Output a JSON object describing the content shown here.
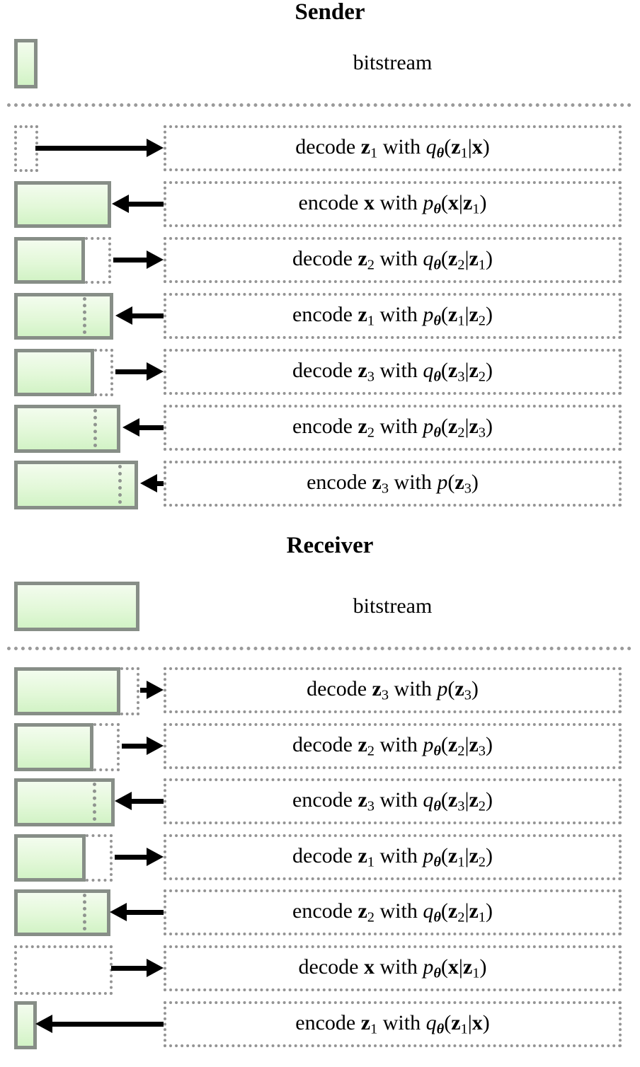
{
  "colors": {
    "bar_border": "#878e87",
    "bar_fill_top": "#f3fcee",
    "bar_fill_bottom": "#d2f3c6",
    "dotted_gray": "#949494",
    "arrow": "#000000",
    "text": "#000000",
    "background": "#ffffff"
  },
  "sender": {
    "title": "Sender",
    "bitstream_label": "bitstream",
    "bitstream_bar": {
      "kind": "solid",
      "w": 33,
      "h": 70
    },
    "steps": [
      {
        "name": "decode-z1",
        "label": "decode z1 with qθ(z1|x)",
        "segments": [
          [
            "decode ",
            "rm"
          ],
          [
            "z",
            "bf"
          ],
          [
            "1",
            "sub"
          ],
          [
            " with ",
            "rm"
          ],
          [
            "q",
            "it"
          ],
          [
            "θ",
            "thsub"
          ],
          [
            "(",
            "rm"
          ],
          [
            "z",
            "bf"
          ],
          [
            "1",
            "sub"
          ],
          [
            "|",
            "rm"
          ],
          [
            "x",
            "bf"
          ],
          [
            ")",
            "rm"
          ]
        ],
        "arrow": {
          "dir": "right",
          "from": 50,
          "to": 231
        },
        "bar": {
          "kind": "dotted",
          "w": 34,
          "ext": 0,
          "mark": null,
          "h": 66
        }
      },
      {
        "name": "encode-x",
        "label": "encode x with pθ(x|z1)",
        "segments": [
          [
            "encode ",
            "rm"
          ],
          [
            "x",
            "bf"
          ],
          [
            " with ",
            "rm"
          ],
          [
            "p",
            "it"
          ],
          [
            "θ",
            "thsub"
          ],
          [
            "(",
            "rm"
          ],
          [
            "x",
            "bf"
          ],
          [
            "|",
            "rm"
          ],
          [
            "z",
            "bf"
          ],
          [
            "1",
            "sub"
          ],
          [
            ")",
            "rm"
          ]
        ],
        "arrow": {
          "dir": "left",
          "from": 231,
          "to": 158
        },
        "bar": {
          "kind": "solid",
          "w": 137,
          "ext": 0,
          "mark": null,
          "h": 66
        }
      },
      {
        "name": "decode-z2",
        "label": "decode z2 with qθ(z2|z1)",
        "segments": [
          [
            "decode ",
            "rm"
          ],
          [
            "z",
            "bf"
          ],
          [
            "2",
            "sub"
          ],
          [
            " with ",
            "rm"
          ],
          [
            "q",
            "it"
          ],
          [
            "θ",
            "thsub"
          ],
          [
            "(",
            "rm"
          ],
          [
            "z",
            "bf"
          ],
          [
            "2",
            "sub"
          ],
          [
            "|",
            "rm"
          ],
          [
            "z",
            "bf"
          ],
          [
            "1",
            "sub"
          ],
          [
            ")",
            "rm"
          ]
        ],
        "arrow": {
          "dir": "right",
          "from": 160,
          "to": 231
        },
        "bar": {
          "kind": "solid-ext",
          "w": 100,
          "ext": 37,
          "mark": null,
          "h": 66
        }
      },
      {
        "name": "encode-z1",
        "label": "encode z1 with pθ(z1|z2)",
        "segments": [
          [
            "encode ",
            "rm"
          ],
          [
            "z",
            "bf"
          ],
          [
            "1",
            "sub"
          ],
          [
            " with ",
            "rm"
          ],
          [
            "p",
            "it"
          ],
          [
            "θ",
            "thsub"
          ],
          [
            "(",
            "rm"
          ],
          [
            "z",
            "bf"
          ],
          [
            "1",
            "sub"
          ],
          [
            "|",
            "rm"
          ],
          [
            "z",
            "bf"
          ],
          [
            "2",
            "sub"
          ],
          [
            ")",
            "rm"
          ]
        ],
        "arrow": {
          "dir": "left",
          "from": 231,
          "to": 163
        },
        "bar": {
          "kind": "solid-mark",
          "w": 140,
          "ext": 0,
          "mark": 97,
          "h": 66
        }
      },
      {
        "name": "decode-z3",
        "label": "decode z3 with qθ(z3|z2)",
        "segments": [
          [
            "decode ",
            "rm"
          ],
          [
            "z",
            "bf"
          ],
          [
            "3",
            "sub"
          ],
          [
            " with ",
            "rm"
          ],
          [
            "q",
            "it"
          ],
          [
            "θ",
            "thsub"
          ],
          [
            "(",
            "rm"
          ],
          [
            "z",
            "bf"
          ],
          [
            "3",
            "sub"
          ],
          [
            "|",
            "rm"
          ],
          [
            "z",
            "bf"
          ],
          [
            "2",
            "sub"
          ],
          [
            ")",
            "rm"
          ]
        ],
        "arrow": {
          "dir": "right",
          "from": 163,
          "to": 231
        },
        "bar": {
          "kind": "solid-ext",
          "w": 113,
          "ext": 27,
          "mark": null,
          "h": 67
        }
      },
      {
        "name": "encode-z2",
        "label": "encode z2 with pθ(z2|z3)",
        "segments": [
          [
            "encode ",
            "rm"
          ],
          [
            "z",
            "bf"
          ],
          [
            "2",
            "sub"
          ],
          [
            " with ",
            "rm"
          ],
          [
            "p",
            "it"
          ],
          [
            "θ",
            "thsub"
          ],
          [
            "(",
            "rm"
          ],
          [
            "z",
            "bf"
          ],
          [
            "2",
            "sub"
          ],
          [
            "|",
            "rm"
          ],
          [
            "z",
            "bf"
          ],
          [
            "3",
            "sub"
          ],
          [
            ")",
            "rm"
          ]
        ],
        "arrow": {
          "dir": "left",
          "from": 231,
          "to": 173
        },
        "bar": {
          "kind": "solid-mark",
          "w": 150,
          "ext": 0,
          "mark": 112,
          "h": 68
        }
      },
      {
        "name": "encode-z3",
        "label": "encode z3 with p(z3)",
        "segments": [
          [
            "encode ",
            "rm"
          ],
          [
            "z",
            "bf"
          ],
          [
            "3",
            "sub"
          ],
          [
            " with ",
            "rm"
          ],
          [
            "p",
            "it"
          ],
          [
            "(",
            "rm"
          ],
          [
            "z",
            "bf"
          ],
          [
            "3",
            "sub"
          ],
          [
            ")",
            "rm"
          ]
        ],
        "arrow": {
          "dir": "left",
          "from": 231,
          "to": 198
        },
        "bar": {
          "kind": "solid-mark",
          "w": 175,
          "ext": 0,
          "mark": 147,
          "h": 69
        }
      }
    ]
  },
  "receiver": {
    "title": "Receiver",
    "bitstream_label": "bitstream",
    "bitstream_bar": {
      "kind": "solid",
      "w": 177,
      "h": 70
    },
    "steps": [
      {
        "name": "decode-z3",
        "label": "decode z3 with p(z3)",
        "segments": [
          [
            "decode ",
            "rm"
          ],
          [
            "z",
            "bf"
          ],
          [
            "3",
            "sub"
          ],
          [
            " with ",
            "rm"
          ],
          [
            "p",
            "it"
          ],
          [
            "(",
            "rm"
          ],
          [
            "z",
            "bf"
          ],
          [
            "3",
            "sub"
          ],
          [
            ")",
            "rm"
          ]
        ],
        "arrow": {
          "dir": "right",
          "from": 198,
          "to": 231
        },
        "bar": {
          "kind": "solid-ext",
          "w": 150,
          "ext": 27,
          "mark": null,
          "h": 68
        }
      },
      {
        "name": "decode-z2",
        "label": "decode z2 with pθ(z2|z3)",
        "segments": [
          [
            "decode ",
            "rm"
          ],
          [
            "z",
            "bf"
          ],
          [
            "2",
            "sub"
          ],
          [
            " with ",
            "rm"
          ],
          [
            "p",
            "it"
          ],
          [
            "θ",
            "thsub"
          ],
          [
            "(",
            "rm"
          ],
          [
            "z",
            "bf"
          ],
          [
            "2",
            "sub"
          ],
          [
            "|",
            "rm"
          ],
          [
            "z",
            "bf"
          ],
          [
            "3",
            "sub"
          ],
          [
            ")",
            "rm"
          ]
        ],
        "arrow": {
          "dir": "right",
          "from": 172,
          "to": 231
        },
        "bar": {
          "kind": "solid-ext",
          "w": 112,
          "ext": 37,
          "mark": null,
          "h": 68
        }
      },
      {
        "name": "encode-z3",
        "label": "encode z3 with qθ(z3|z2)",
        "segments": [
          [
            "encode ",
            "rm"
          ],
          [
            "z",
            "bf"
          ],
          [
            "3",
            "sub"
          ],
          [
            " with ",
            "rm"
          ],
          [
            "q",
            "it"
          ],
          [
            "θ",
            "thsub"
          ],
          [
            "(",
            "rm"
          ],
          [
            "z",
            "bf"
          ],
          [
            "3",
            "sub"
          ],
          [
            "|",
            "rm"
          ],
          [
            "z",
            "bf"
          ],
          [
            "2",
            "sub"
          ],
          [
            ")",
            "rm"
          ]
        ],
        "arrow": {
          "dir": "left",
          "from": 231,
          "to": 162
        },
        "bar": {
          "kind": "solid-mark",
          "w": 142,
          "ext": 0,
          "mark": 111,
          "h": 68
        }
      },
      {
        "name": "decode-z1",
        "label": "decode z1 with pθ(z1|z2)",
        "segments": [
          [
            "decode ",
            "rm"
          ],
          [
            "z",
            "bf"
          ],
          [
            "1",
            "sub"
          ],
          [
            " with ",
            "rm"
          ],
          [
            "p",
            "it"
          ],
          [
            "θ",
            "thsub"
          ],
          [
            "(",
            "rm"
          ],
          [
            "z",
            "bf"
          ],
          [
            "1",
            "sub"
          ],
          [
            "|",
            "rm"
          ],
          [
            "z",
            "bf"
          ],
          [
            "2",
            "sub"
          ],
          [
            ")",
            "rm"
          ]
        ],
        "arrow": {
          "dir": "right",
          "from": 162,
          "to": 231
        },
        "bar": {
          "kind": "solid-ext",
          "w": 101,
          "ext": 38,
          "mark": null,
          "h": 67
        }
      },
      {
        "name": "encode-z2",
        "label": "encode z2 with qθ(z2|z1)",
        "segments": [
          [
            "encode ",
            "rm"
          ],
          [
            "z",
            "bf"
          ],
          [
            "2",
            "sub"
          ],
          [
            " with ",
            "rm"
          ],
          [
            "q",
            "it"
          ],
          [
            "θ",
            "thsub"
          ],
          [
            "(",
            "rm"
          ],
          [
            "z",
            "bf"
          ],
          [
            "2",
            "sub"
          ],
          [
            "|",
            "rm"
          ],
          [
            "z",
            "bf"
          ],
          [
            "1",
            "sub"
          ],
          [
            ")",
            "rm"
          ]
        ],
        "arrow": {
          "dir": "left",
          "from": 231,
          "to": 155
        },
        "bar": {
          "kind": "solid-mark",
          "w": 136,
          "ext": 0,
          "mark": 97,
          "h": 66
        }
      },
      {
        "name": "decode-x",
        "label": "decode x with pθ(x|z1)",
        "segments": [
          [
            "decode ",
            "rm"
          ],
          [
            "x",
            "bf"
          ],
          [
            " with ",
            "rm"
          ],
          [
            "p",
            "it"
          ],
          [
            "θ",
            "thsub"
          ],
          [
            "(",
            "rm"
          ],
          [
            "x",
            "bf"
          ],
          [
            "|",
            "rm"
          ],
          [
            "z",
            "bf"
          ],
          [
            "1",
            "sub"
          ],
          [
            ")",
            "rm"
          ]
        ],
        "arrow": {
          "dir": "right",
          "from": 157,
          "to": 231
        },
        "bar": {
          "kind": "dotted",
          "w": 139,
          "ext": 0,
          "mark": null,
          "h": 70
        }
      },
      {
        "name": "encode-z1",
        "label": "encode z1 with qθ(z1|x)",
        "segments": [
          [
            "encode ",
            "rm"
          ],
          [
            "z",
            "bf"
          ],
          [
            "1",
            "sub"
          ],
          [
            " with ",
            "rm"
          ],
          [
            "q",
            "it"
          ],
          [
            "θ",
            "thsub"
          ],
          [
            "(",
            "rm"
          ],
          [
            "z",
            "bf"
          ],
          [
            "1",
            "sub"
          ],
          [
            "|",
            "rm"
          ],
          [
            "x",
            "bf"
          ],
          [
            ")",
            "rm"
          ]
        ],
        "arrow": {
          "dir": "left",
          "from": 231,
          "to": 50
        },
        "bar": {
          "kind": "solid",
          "w": 32,
          "ext": 0,
          "mark": null,
          "h": 68
        }
      }
    ]
  }
}
